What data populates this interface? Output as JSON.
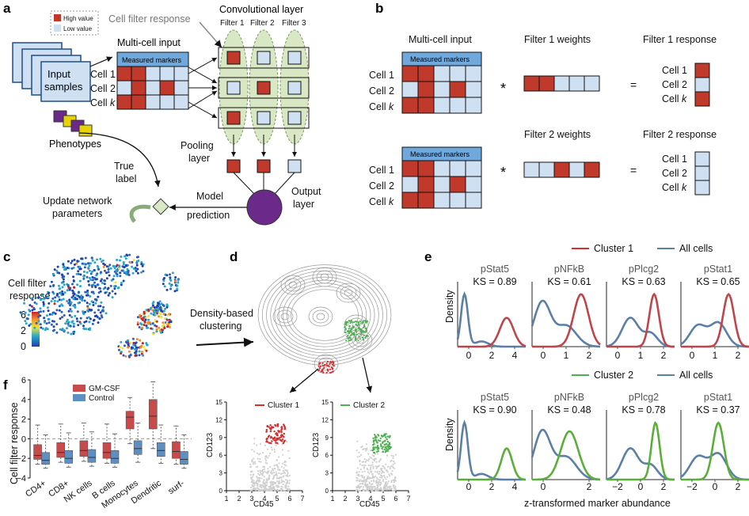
{
  "panels": {
    "a": "a",
    "b": "b",
    "c": "c",
    "d": "d",
    "e": "e",
    "f": "f"
  },
  "colors": {
    "high": "#c0392b",
    "low": "#cfe0f3",
    "header": "#6fa8dc",
    "green": "#d9e8c4",
    "purple": "#6b2a8a",
    "cluster1": "#d32f2f",
    "cluster2": "#4caf50",
    "allcells": "#5b7fa6",
    "gmcsf": "#c94a4a",
    "control": "#5f8fc2"
  },
  "a": {
    "legend_high": "High value",
    "legend_low": "Low value",
    "cell_filter_response": "Cell filter response",
    "conv_layer": "Convolutional layer",
    "filters": [
      "Filter 1",
      "Filter 2",
      "Filter 3"
    ],
    "multi_cell_input": "Multi-cell input",
    "measured_markers": "Measured markers",
    "input_samples_1": "Input",
    "input_samples_2": "samples",
    "cell_rows": [
      "Cell 1",
      "Cell 2",
      "Cell "
    ],
    "cell_k": "k",
    "phenotypes": "Phenotypes",
    "pooling_1": "Pooling",
    "pooling_2": "layer",
    "true_label_1": "True",
    "true_label_2": "label",
    "model_1": "Model",
    "model_2": "prediction",
    "output_1": "Output",
    "output_2": "layer",
    "update_1": "Update network",
    "update_2": "parameters"
  },
  "b": {
    "multi_cell_input": "Multi-cell input",
    "filter1_weights": "Filter 1 weights",
    "filter1_response": "Filter 1 response",
    "filter2_weights": "Filter 2 weights",
    "filter2_response": "Filter 2 response",
    "measured_markers": "Measured markers",
    "cell_rows": [
      "Cell 1",
      "Cell 2",
      "Cell "
    ],
    "cell_k": "k",
    "star": "*",
    "equals": "="
  },
  "c": {
    "title_1": "Cell filter",
    "title_2": "response",
    "colorbar_ticks": [
      "6",
      "2",
      "0"
    ]
  },
  "d": {
    "method_1": "Density-based",
    "method_2": "clustering",
    "cluster1_label": "Cluster 1",
    "cluster2_label": "Cluster 2",
    "xlabel": "CD45",
    "ylabel": "CD123",
    "xticks": [
      "1",
      "2",
      "3",
      "4",
      "5",
      "6",
      "7"
    ],
    "yticks": [
      "0",
      "3",
      "6",
      "9",
      "12",
      "15"
    ]
  },
  "e": {
    "cluster1_legend": "Cluster 1",
    "cluster2_legend": "Cluster 2",
    "allcells_legend": "All cells",
    "ylabel": "Density",
    "xlabel": "z-transformed marker abundance",
    "row1": [
      {
        "marker": "pStat5",
        "ks": "KS = 0.89",
        "ticks": [
          "0",
          "2",
          "4"
        ]
      },
      {
        "marker": "pNFkB",
        "ks": "KS = 0.61",
        "ticks": [
          "0",
          "1",
          "2"
        ]
      },
      {
        "marker": "pPlcg2",
        "ks": "KS = 0.63",
        "ticks": [
          "0",
          "1",
          "2"
        ]
      },
      {
        "marker": "pStat1",
        "ks": "KS = 0.65",
        "ticks": [
          "0",
          "1",
          "2"
        ]
      }
    ],
    "row2": [
      {
        "marker": "pStat5",
        "ks": "KS = 0.90",
        "ticks": [
          "0",
          "2",
          "4"
        ]
      },
      {
        "marker": "pNFkB",
        "ks": "KS = 0.48",
        "ticks": [
          "0",
          "2"
        ]
      },
      {
        "marker": "pPlcg2",
        "ks": "KS = 0.78",
        "ticks": [
          "−2",
          "0",
          "2"
        ]
      },
      {
        "marker": "pStat1",
        "ks": "KS = 0.37",
        "ticks": [
          "−2",
          "0",
          "2"
        ]
      }
    ]
  },
  "f": {
    "ylabel": "Cell filter response",
    "legend": [
      "GM-CSF",
      "Control"
    ],
    "yticks": [
      "6",
      "4",
      "2",
      "0",
      "−2",
      "−4"
    ],
    "categories": [
      "CD4+",
      "CD8+",
      "NK cells",
      "B cells",
      "Monocytes",
      "Dendritic",
      "surf-"
    ]
  }
}
